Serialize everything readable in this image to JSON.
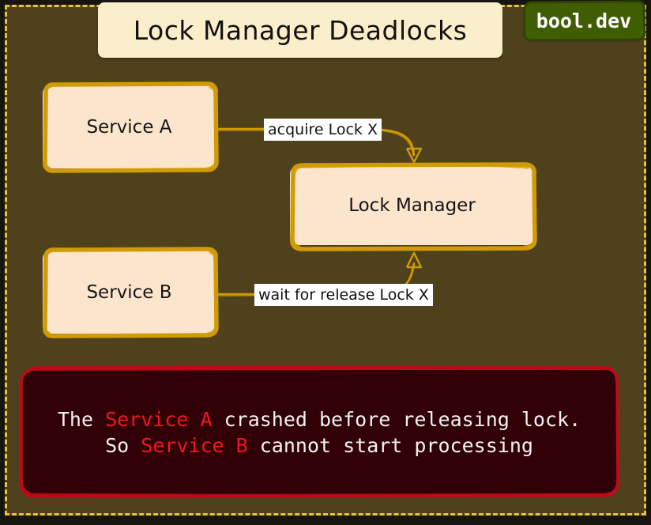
{
  "page": {
    "title": "Lock Manager Deadlocks",
    "brand": "bool.dev",
    "background_color": "#50411d",
    "frame_border_color": "#e8c33c",
    "outer_color": "#16150f"
  },
  "colors": {
    "node_fill": "#fce5cd",
    "node_stroke": "#d09b06",
    "edge_stroke": "#d09b06",
    "callout_fill": "#310007",
    "callout_stroke": "#c4081a",
    "highlight_text": "#f21717",
    "brand_fill": "#3f5e03",
    "title_fill": "#fbeecb"
  },
  "diagram": {
    "nodes": [
      {
        "id": "service-a",
        "label": "Service A"
      },
      {
        "id": "lock-manager",
        "label": "Lock Manager"
      },
      {
        "id": "service-b",
        "label": "Service B"
      }
    ],
    "edges": [
      {
        "from": "service-a",
        "to": "lock-manager",
        "label": "acquire Lock X"
      },
      {
        "from": "service-b",
        "to": "lock-manager",
        "label": "wait for release Lock X"
      }
    ]
  },
  "callout": {
    "line1_prefix": "The ",
    "line1_highlight": "Service A",
    "line1_suffix": " crashed before releasing lock.",
    "line2_prefix": "So ",
    "line2_highlight": "Service B",
    "line2_suffix": " cannot start processing"
  }
}
